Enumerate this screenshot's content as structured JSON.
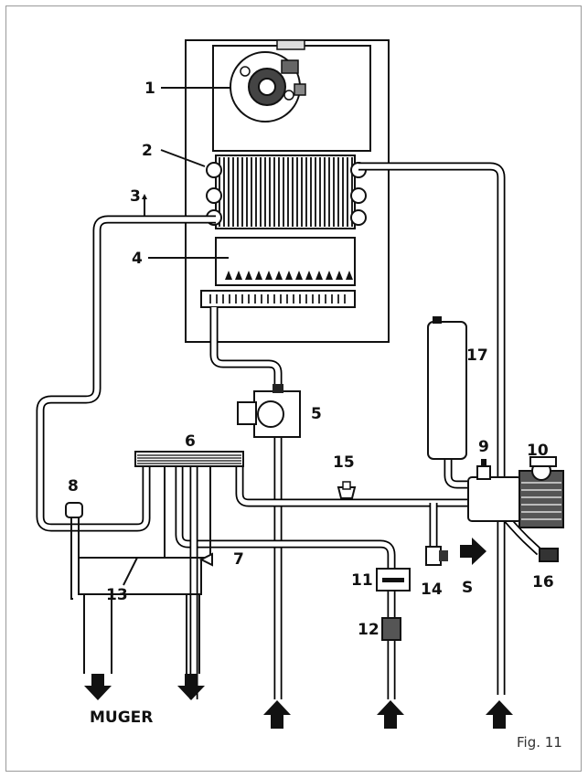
{
  "labels": {
    "l1": "1",
    "l2": "2",
    "l3": "3",
    "l4": "4",
    "l5": "5",
    "l6": "6",
    "l7": "7",
    "l8": "8",
    "l9": "9",
    "l10": "10",
    "l11": "11",
    "l12": "12",
    "l13": "13",
    "l14": "14",
    "l15": "15",
    "l16": "16",
    "l17": "17"
  },
  "outlet_label": "MUGER",
  "s_label": "S",
  "caption": "Fig. 11"
}
